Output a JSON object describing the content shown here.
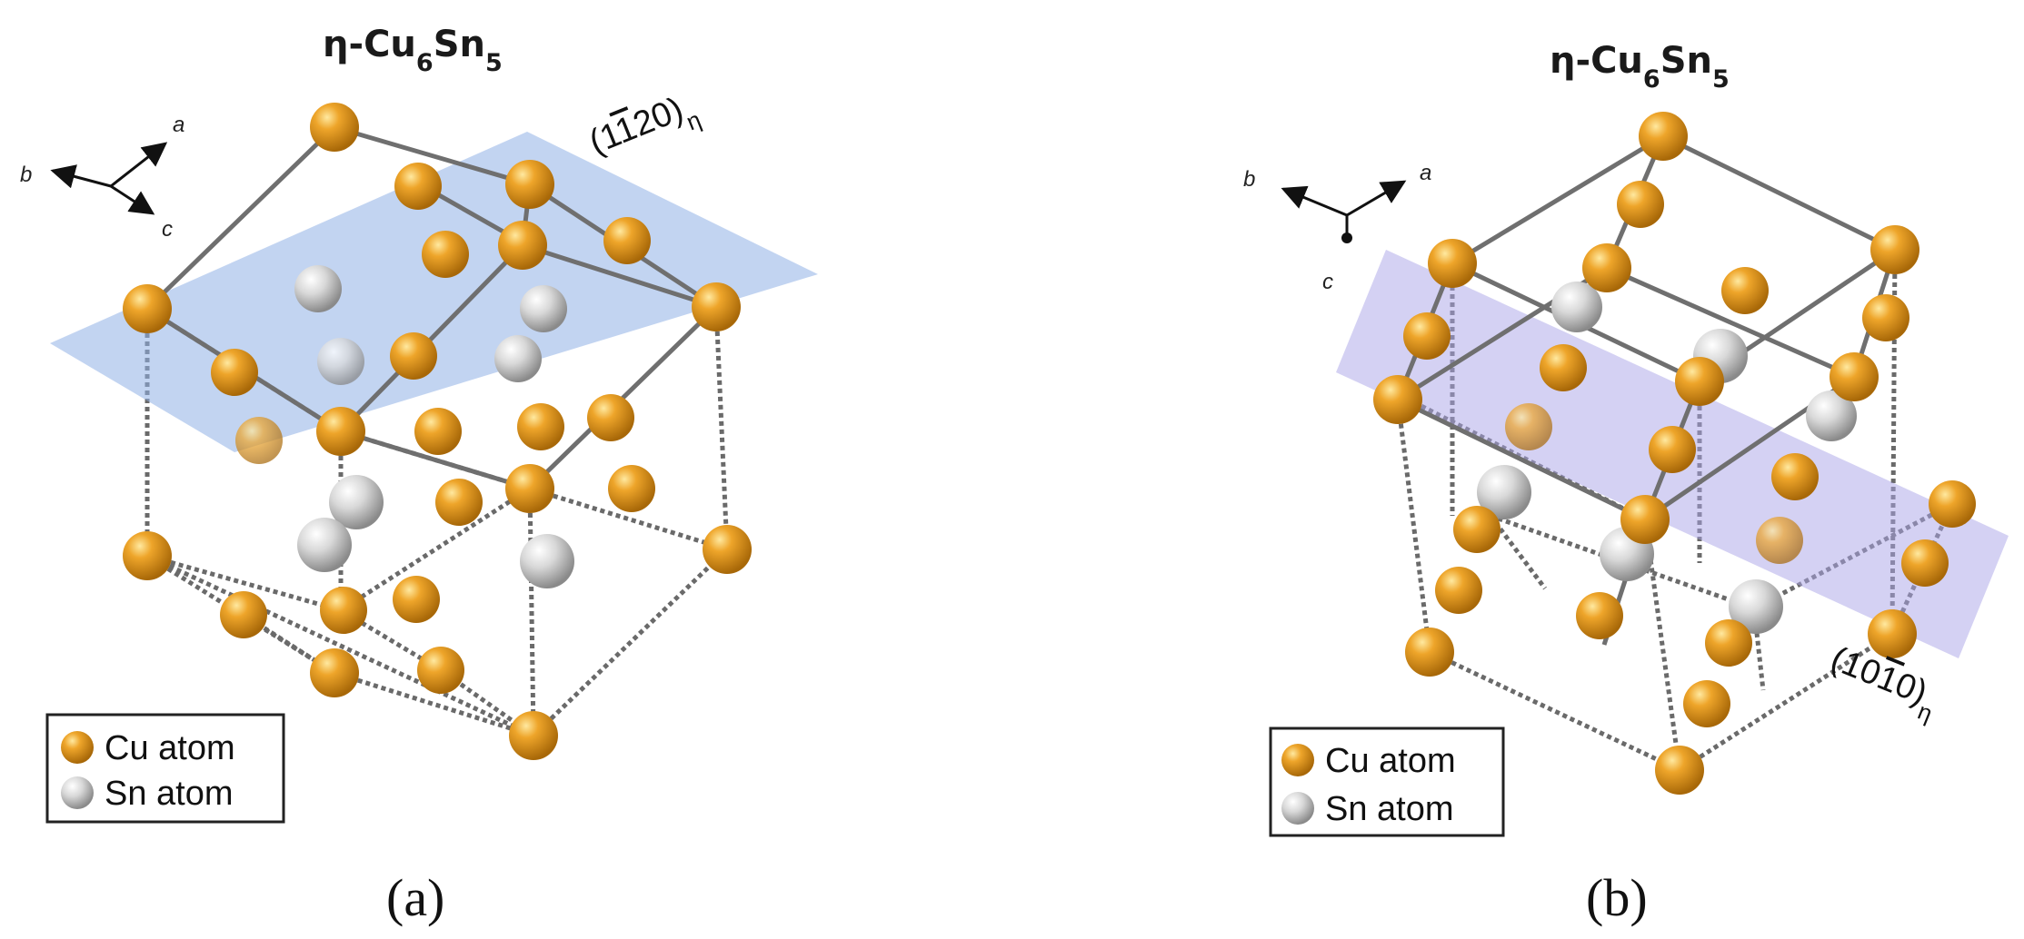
{
  "panels": [
    {
      "id": "a",
      "title": {
        "main": "η-Cu",
        "sub1": "6",
        "mid": "Sn",
        "sub2": "5"
      },
      "plane": {
        "open": "(1",
        "bar": "1",
        "rest": "20)",
        "sub": "η"
      },
      "axes": {
        "a": "a",
        "b": "b",
        "c": "c"
      },
      "legend": {
        "cu": "Cu atom",
        "sn": "Sn atom"
      },
      "label": "(a)"
    },
    {
      "id": "b",
      "title": {
        "main": "η-Cu",
        "sub1": "6",
        "mid": "Sn",
        "sub2": "5"
      },
      "plane": {
        "open": "(10",
        "bar": "1",
        "rest": "0)",
        "sub": "η"
      },
      "axes": {
        "a": "a",
        "b": "b",
        "c": "c"
      },
      "legend": {
        "cu": "Cu atom",
        "sn": "Sn atom"
      },
      "label": "(b)"
    }
  ],
  "colors": {
    "cu_atom": "#d4901a",
    "sn_atom": "#c8c8c8",
    "plane_a": "#8fb0e6",
    "plane_b": "#a9a3e8",
    "bond": "#707070"
  }
}
